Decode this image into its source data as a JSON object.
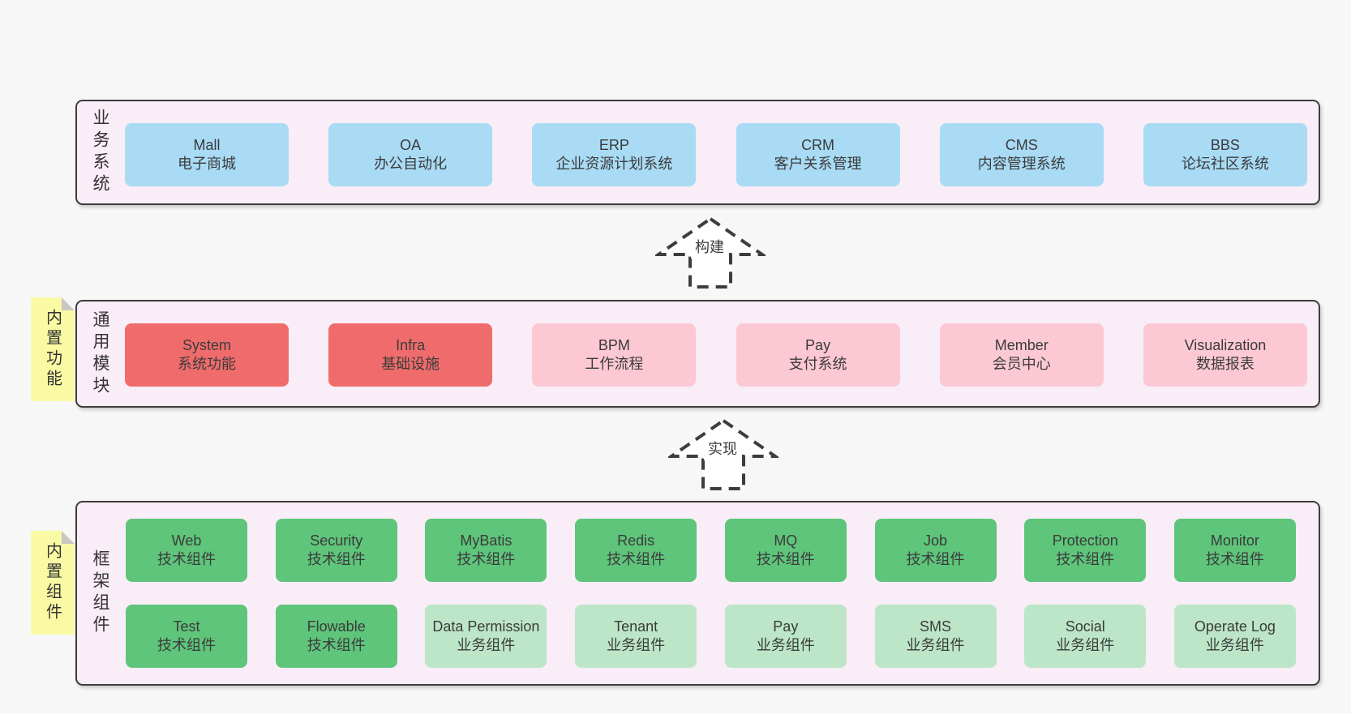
{
  "layers": [
    {
      "label": "业务系统",
      "boxes": [
        {
          "en": "Mall",
          "zh": "电子商城"
        },
        {
          "en": "OA",
          "zh": "办公自动化"
        },
        {
          "en": "ERP",
          "zh": "企业资源计划系统"
        },
        {
          "en": "CRM",
          "zh": "客户关系管理"
        },
        {
          "en": "CMS",
          "zh": "内容管理系统"
        },
        {
          "en": "BBS",
          "zh": "论坛社区系统"
        }
      ]
    },
    {
      "label": "通用模块",
      "note": "内置功能",
      "boxes": [
        {
          "en": "System",
          "zh": "系统功能"
        },
        {
          "en": "Infra",
          "zh": "基础设施"
        },
        {
          "en": "BPM",
          "zh": "工作流程"
        },
        {
          "en": "Pay",
          "zh": "支付系统"
        },
        {
          "en": "Member",
          "zh": "会员中心"
        },
        {
          "en": "Visualization",
          "zh": "数据报表"
        }
      ]
    },
    {
      "label": "框架组件",
      "note": "内置组件",
      "rows": [
        [
          {
            "en": "Web",
            "zh": "技术组件"
          },
          {
            "en": "Security",
            "zh": "技术组件"
          },
          {
            "en": "MyBatis",
            "zh": "技术组件"
          },
          {
            "en": "Redis",
            "zh": "技术组件"
          },
          {
            "en": "MQ",
            "zh": "技术组件"
          },
          {
            "en": "Job",
            "zh": "技术组件"
          },
          {
            "en": "Protection",
            "zh": "技术组件"
          },
          {
            "en": "Monitor",
            "zh": "技术组件"
          }
        ],
        [
          {
            "en": "Test",
            "zh": "技术组件"
          },
          {
            "en": "Flowable",
            "zh": "技术组件"
          },
          {
            "en": "Data Permission",
            "zh": "业务组件"
          },
          {
            "en": "Tenant",
            "zh": "业务组件"
          },
          {
            "en": "Pay",
            "zh": "业务组件"
          },
          {
            "en": "SMS",
            "zh": "业务组件"
          },
          {
            "en": "Social",
            "zh": "业务组件"
          },
          {
            "en": "Operate Log",
            "zh": "业务组件"
          }
        ]
      ]
    }
  ],
  "arrows": [
    {
      "label": "构建"
    },
    {
      "label": "实现"
    }
  ],
  "colors": {
    "page_background": "#f7f7f7",
    "panel_background": "#f9edf7",
    "panel_border": "#3d3d3d",
    "blue_box": "#a9dbf5",
    "red_box": "#f06c6c",
    "pink_box": "#fcc8d3",
    "green_box": "#5ec57b",
    "light_green_box": "#bce6c7",
    "sticky_note": "#fafaa5",
    "arrow_stroke": "#3d3d3d",
    "text": "#3b3b3b"
  }
}
